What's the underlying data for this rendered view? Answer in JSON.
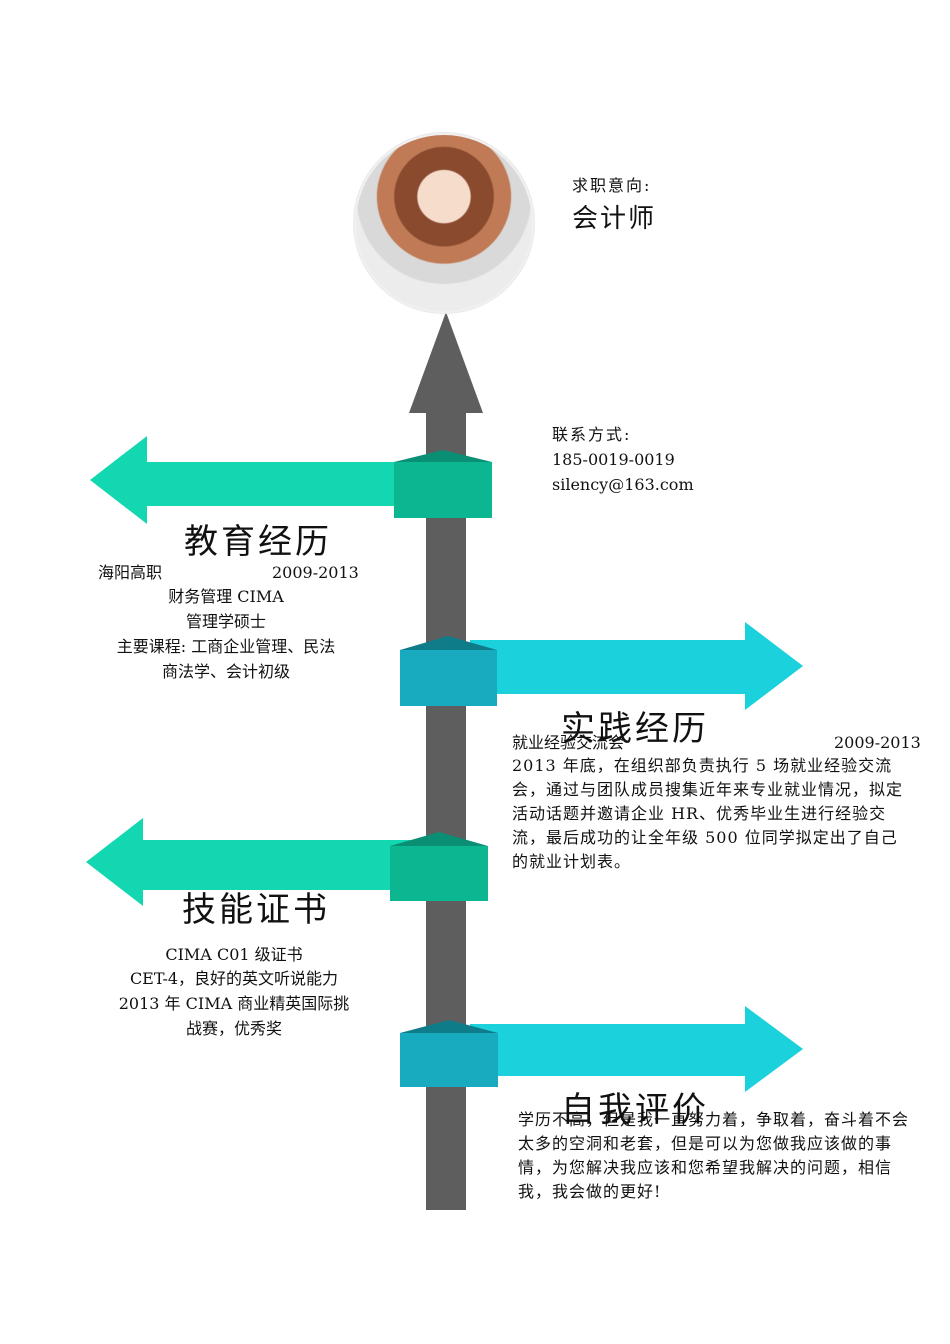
{
  "colors": {
    "trunk": "#5e5e5e",
    "green": "#12d7b0",
    "green_box": "#0cb690",
    "green_cap": "#0a8f74",
    "cyan": "#1ad1dc",
    "cyan_box": "#18abc0",
    "cyan_cap": "#0f7c8a"
  },
  "profile": {
    "job_intent_label": "求职意向:",
    "job_intent_value": "会计师",
    "photo_icon": "person-photo"
  },
  "contact": {
    "label": "联系方式:",
    "phone": "185-0019-0019",
    "email": "silency@163.com"
  },
  "education": {
    "title": "教育经历",
    "school": "海阳高职",
    "years": "2009-2013",
    "line1": "财务管理 CIMA",
    "line2": "管理学硕士",
    "line3": "主要课程: 工商企业管理、民法",
    "line4": "商法学、会计初级"
  },
  "practice": {
    "title": "实践经历",
    "org": "就业经验交流会",
    "years": "2009-2013",
    "body": "2013 年底，在组织部负责执行 5 场就业经验交流会，通过与团队成员搜集近年来专业就业情况，拟定活动话题并邀请企业 HR、优秀毕业生进行经验交流，最后成功的让全年级 500 位同学拟定出了自己的就业计划表。"
  },
  "skills": {
    "title": "技能证书",
    "line1": "CIMA C01 级证书",
    "line2": "CET-4，良好的英文听说能力",
    "line3": "2013 年 CIMA 商业精英国际挑",
    "line4": "战赛，优秀奖"
  },
  "self_eval": {
    "title": "自我评价",
    "body": "学历不高，但是我一直努力着，争取着，奋斗着不会太多的空洞和老套，但是可以为您做我应该做的事情，为您解决我应该和您希望我解决的问题，相信我，我会做的更好!"
  }
}
